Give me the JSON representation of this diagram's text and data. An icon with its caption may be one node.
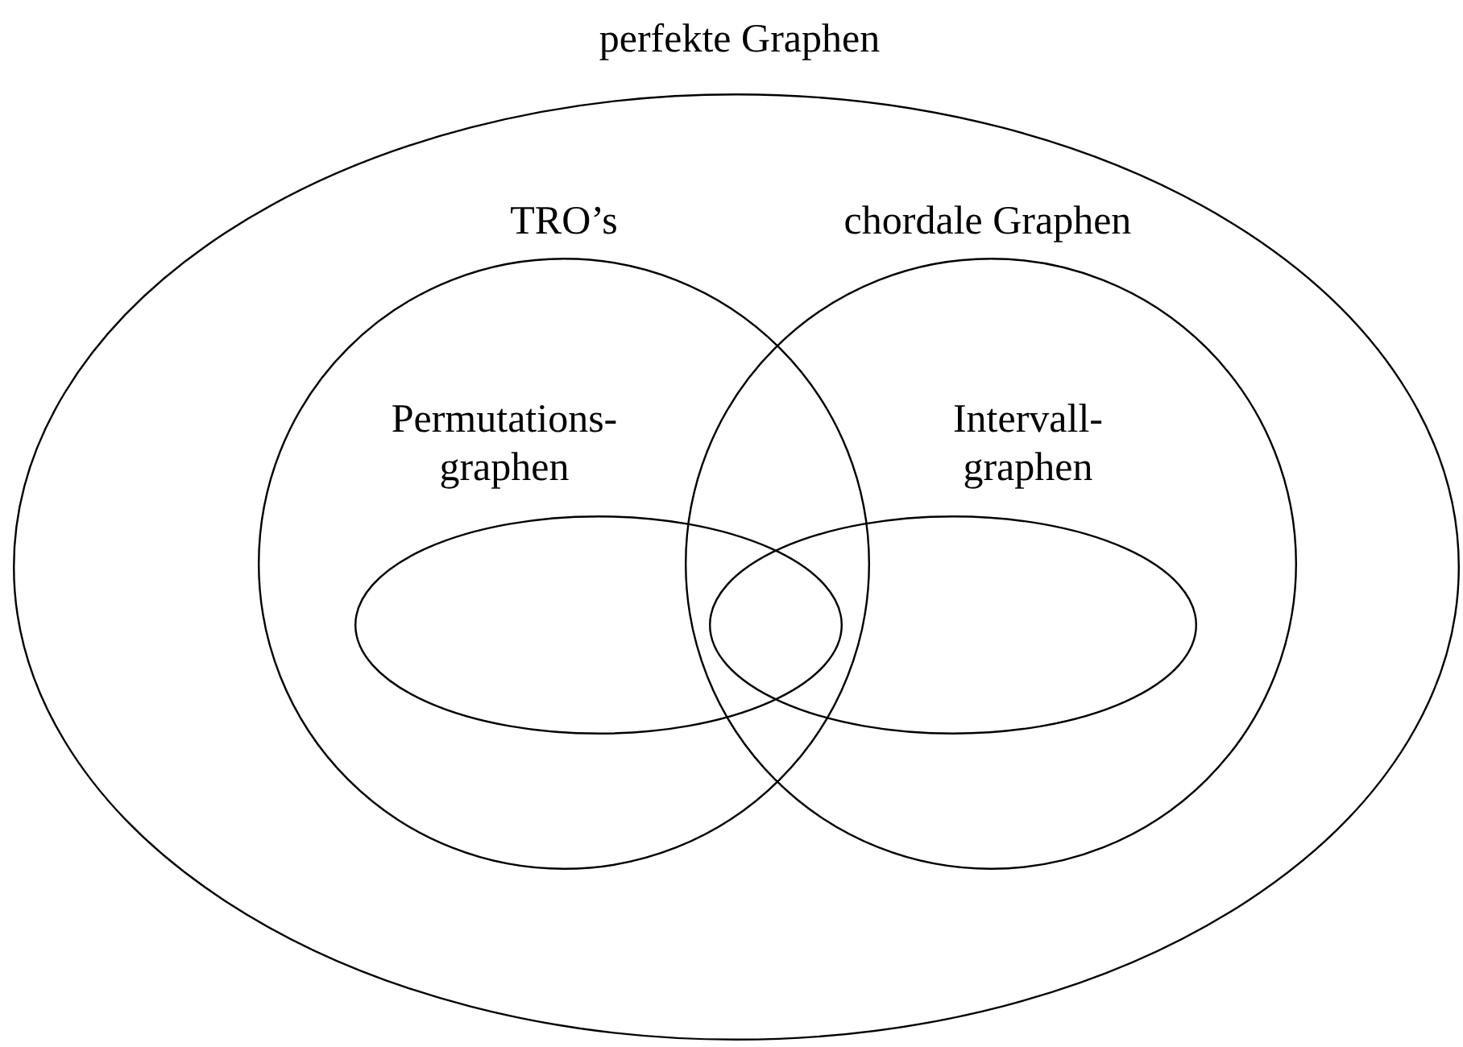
{
  "diagram": {
    "nodes": [
      {
        "text": [
          "perfekte Graphen"
        ]
      },
      {
        "text": [
          "TRO’s"
        ],
        "in": 0
      },
      {
        "text": [
          "chordale Graphen"
        ],
        "in": 0
      },
      {
        "text": [
          "Permutations- graphen"
        ],
        "in": 1
      },
      {
        "text": [
          "Intervall- graphen"
        ],
        "in": 2
      }
    ]
  }
}
